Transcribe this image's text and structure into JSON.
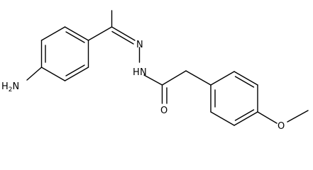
{
  "molecule": {
    "atoms": {
      "amine": {
        "main": "H",
        "sub": "2",
        "tail": "N"
      },
      "hydrazone_n": "N",
      "hydrazide_n": "N",
      "hydrazide_h": "H",
      "carbonyl_o": "O",
      "ether_o": "O"
    }
  }
}
